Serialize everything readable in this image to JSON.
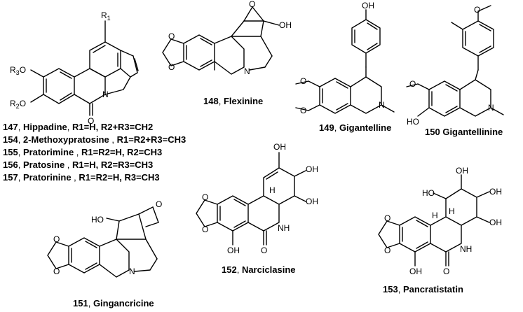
{
  "compounds": [
    {
      "num": "148",
      "name": "Flexinine",
      "sep": ", "
    },
    {
      "num": "149",
      "name": "Gigantelline",
      "sep": ", "
    },
    {
      "num": "150",
      "name": "Gigantellinine",
      "sep": " "
    },
    {
      "num": "151",
      "name": "Gingancricine",
      "sep": ", "
    },
    {
      "num": "152",
      "name": "Narciclasine",
      "sep": ", "
    },
    {
      "num": "153",
      "name": "Pancratistatin",
      "sep": ", "
    }
  ],
  "substituent_list": [
    {
      "num": "147",
      "name": "Hippadine",
      "subst": "R1=H, R2+R3=CH2"
    },
    {
      "num": "154",
      "name": "2-Methoxypratosine",
      "subst": "R1=R2+R3=CH3"
    },
    {
      "num": "155",
      "name": "Pratorimine",
      "subst": "R1=R2=H, R2=CH3"
    },
    {
      "num": "156",
      "name": "Pratosine",
      "subst": "R1=H, R2=R3=CH3"
    },
    {
      "num": "157",
      "name": "Pratorinine",
      "subst": "R1=R2=H, R3=CH3"
    }
  ],
  "atoms": {
    "R1": "R1",
    "R2O": "R2O",
    "R3O": "R3O",
    "O": "O",
    "N": "N",
    "OH": "OH",
    "HO": "HO",
    "NH": "NH",
    "H": "H"
  }
}
